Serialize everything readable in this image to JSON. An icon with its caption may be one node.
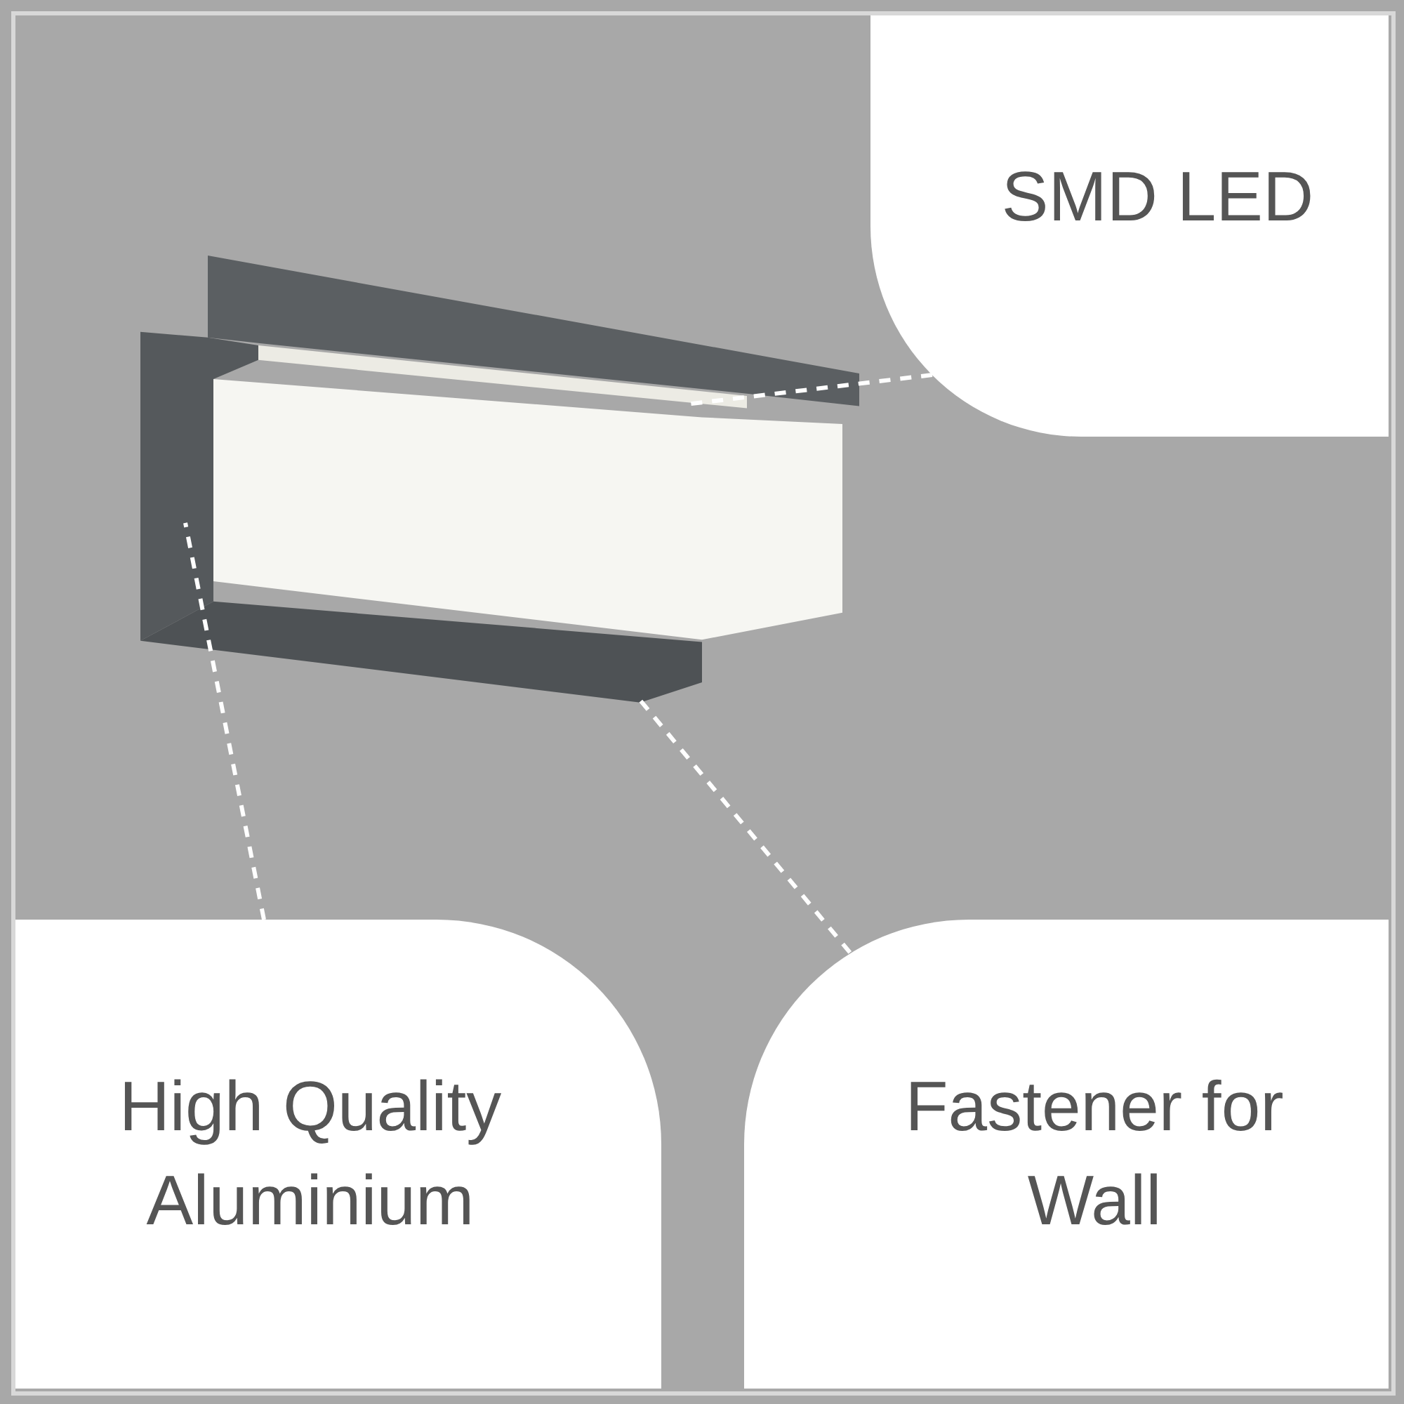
{
  "diagram": {
    "nodes": [
      {
        "text": [
          "SMD LED"
        ]
      },
      {
        "text": [
          "High Quality Aluminium"
        ]
      },
      {
        "text": [
          "Fastener for Wall"
        ]
      },
      {
        "text": [],
        "shape": "bar"
      },
      {
        "text": [],
        "shape": "picture"
      },
      {
        "text": [],
        "shape": "bar"
      }
    ],
    "edges": [
      {
        "from": 0,
        "to": 3,
        "arrow": "none",
        "style": "dashed"
      },
      {
        "from": 1,
        "to": 4,
        "arrow": "none",
        "style": "dashed"
      },
      {
        "from": 2,
        "to": 5,
        "arrow": "none",
        "style": "dashed"
      }
    ]
  }
}
